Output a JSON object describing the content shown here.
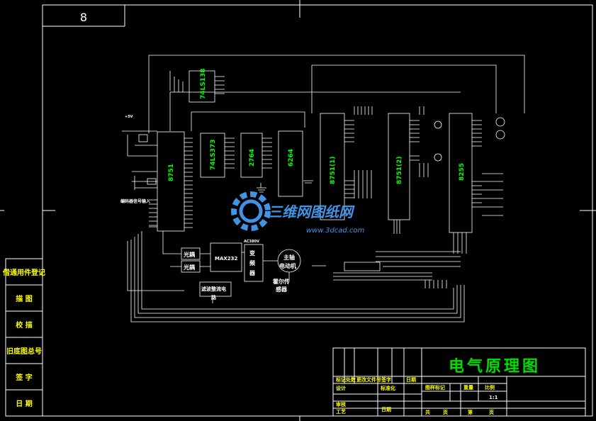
{
  "drawing": {
    "title": "电气原理图",
    "sheet_no": "8",
    "watermark": {
      "brand": "三维网图纸网",
      "url": "www.3dcad.com"
    },
    "colors": {
      "background": "#000000",
      "frame": "#ffffff",
      "wire": "#ffffff",
      "chip_label": "#00ff00",
      "title": "#00dd00",
      "side_text": "#ffff00",
      "watermark": "#4aa3ff"
    }
  },
  "side_panel": {
    "rows": [
      "借通用件登记",
      "描 图",
      "校 描",
      "旧底图总号",
      "签 字",
      "日 期"
    ]
  },
  "title_block": {
    "row1": [
      "标记",
      "处数",
      "更改文件号",
      "签字",
      "日期"
    ],
    "row2": [
      "设计",
      "标准化"
    ],
    "row3": [
      "审核",
      "工艺",
      "日期"
    ],
    "fields": [
      "图样标记",
      "重量",
      "比例"
    ],
    "scale": "1:1",
    "sheet_labels": [
      "共",
      "页",
      "第",
      "页"
    ]
  },
  "schematic": {
    "chips": {
      "mcu_main": "8751",
      "decoder": "74LS138",
      "latch": "74LS373",
      "eprom": "2764",
      "ram": "6264",
      "mcu_a": "8751(1)",
      "mcu_b": "8751(2)",
      "ppi": "8255"
    },
    "blocks": {
      "optocoupler_1": "光耦",
      "optocoupler_2": "光耦",
      "rs232": "MAX232",
      "inverter_line1": "变",
      "inverter_line2": "频",
      "inverter_line3": "器",
      "motor_line1": "主轴",
      "motor_line2": "电动机",
      "hall_line1": "霍尔传",
      "hall_line2": "感器",
      "filter_line1": "滤波整流电",
      "filter_line2": "路"
    },
    "labels": {
      "feedback": "编码器信号输入",
      "vcc": "+5V",
      "ac": "AC380V"
    }
  }
}
